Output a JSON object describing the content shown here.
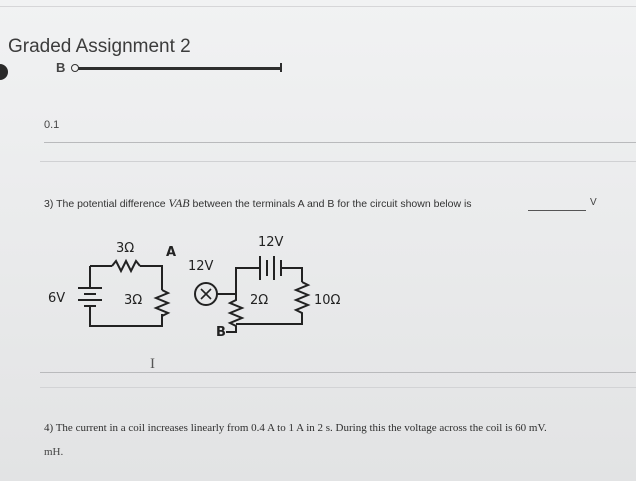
{
  "page": {
    "title": "Graded Assignment 2",
    "progress_label": "B",
    "question_number": "0.1"
  },
  "question3": {
    "prefix": "3) The potential difference ",
    "symbol": "VAB",
    "suffix": " between the terminals A and B for the circuit shown below is",
    "unit": "V"
  },
  "circuit": {
    "left_top_resistor": "3Ω",
    "terminal_a": "A",
    "battery_left": "6V",
    "middle_resistor": "3Ω",
    "source_middle": "12V",
    "battery_top": "12V",
    "resistor_right_inner": "2Ω",
    "resistor_right_outer": "10Ω",
    "terminal_b": "B"
  },
  "cursor_glyph": "I",
  "question4": {
    "text": "4) The current in a coil increases linearly from 0.4 A to 1 A in 2 s. During this the voltage across the coil is 60 mV.",
    "continuation": "mH."
  }
}
